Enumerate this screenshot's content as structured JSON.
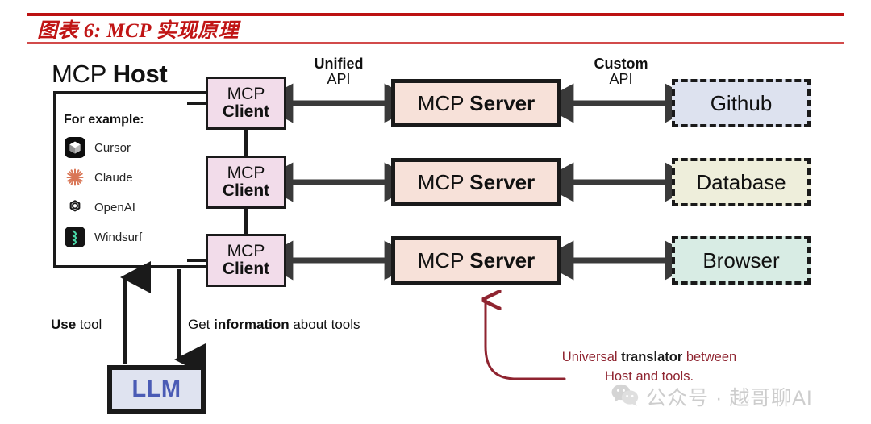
{
  "header": {
    "title": "图表 6: MCP 实现原理",
    "rule_color": "#bc1212",
    "title_color": "#c01515"
  },
  "host": {
    "title_prefix": "MCP ",
    "title_bold": "Host",
    "for_example_label": "For example:",
    "examples": [
      {
        "icon": "cursor-icon",
        "label": "Cursor"
      },
      {
        "icon": "claude-icon",
        "label": "Claude"
      },
      {
        "icon": "openai-icon",
        "label": "OpenAI"
      },
      {
        "icon": "windsurf-icon",
        "label": "Windsurf"
      }
    ]
  },
  "clients": [
    {
      "line1": "MCP",
      "line2": "Client"
    },
    {
      "line1": "MCP",
      "line2": "Client"
    },
    {
      "line1": "MCP",
      "line2": "Client"
    }
  ],
  "servers": [
    {
      "prefix": "MCP ",
      "bold": "Server"
    },
    {
      "prefix": "MCP ",
      "bold": "Server"
    },
    {
      "prefix": "MCP ",
      "bold": "Server"
    }
  ],
  "resources": [
    {
      "label": "Github",
      "fill": "#dde2ef"
    },
    {
      "label": "Database",
      "fill": "#eeeedb"
    },
    {
      "label": "Browser",
      "fill": "#d8ece4"
    }
  ],
  "api_labels": {
    "unified": {
      "key": "Unified",
      "value": "API"
    },
    "custom": {
      "key": "Custom",
      "value": "API"
    }
  },
  "bottom": {
    "use_tool_bold": "Use",
    "use_tool_rest": " tool",
    "get_info_pre": "Get ",
    "get_info_bold": "information",
    "get_info_post": " about tools",
    "llm_label": "LLM"
  },
  "annotation": {
    "pre": "Universal ",
    "bold": "translator",
    "post": " between",
    "line2": "Host and tools.",
    "color": "#8f2430"
  },
  "watermark": {
    "text": "公众号 · 越哥聊AI"
  },
  "colors": {
    "client_fill": "#f2dcea",
    "server_fill": "#f7e1d9",
    "llm_fill": "#dfe3f0",
    "llm_text": "#4a5bb5",
    "stroke": "#1a1a1a"
  }
}
